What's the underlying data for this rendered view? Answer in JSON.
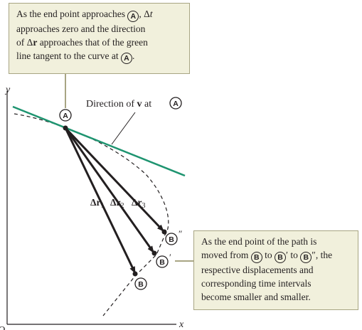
{
  "callout_top": {
    "line1_pre": "As the end point approaches ",
    "point_a": "A",
    "line1_post": ", Δ",
    "line1_var": "t",
    "line2": "approaches zero and the direction",
    "line3_pre": "of Δ",
    "line3_vec": "r",
    "line3_post": " approaches that of the green",
    "line4_pre": "line tangent to the curve at ",
    "line4_post": "."
  },
  "callout_right": {
    "line1": "As the end point of the path is",
    "line2_pre": "moved from ",
    "point_b": "B",
    "to1": " to ",
    "prime1": "′",
    "to2": " to ",
    "prime2": "″",
    "line2_post": ", the",
    "line3": "respective displacements and",
    "line4": "corresponding time intervals",
    "line5": "become smaller and smaller."
  },
  "diagram": {
    "axis_y": "y",
    "axis_x": "x",
    "origin": "O",
    "velocity_label_pre": "Direction of ",
    "velocity_vec": "v",
    "velocity_label_mid": " at ",
    "point_a": "A",
    "point_b": "B",
    "point_b_prime": "B′",
    "point_b_double_prime": "B″",
    "disp_label_1": "Δr",
    "disp_label_1_sub": "1",
    "disp_label_2": "Δr",
    "disp_label_2_sub": "2",
    "disp_label_3": "Δr",
    "disp_label_3_sub": "3",
    "colors": {
      "tangent": "#1e9470",
      "callout_bg": "#f1f0dc",
      "callout_border": "#a8a583",
      "ink": "#231f20"
    }
  }
}
